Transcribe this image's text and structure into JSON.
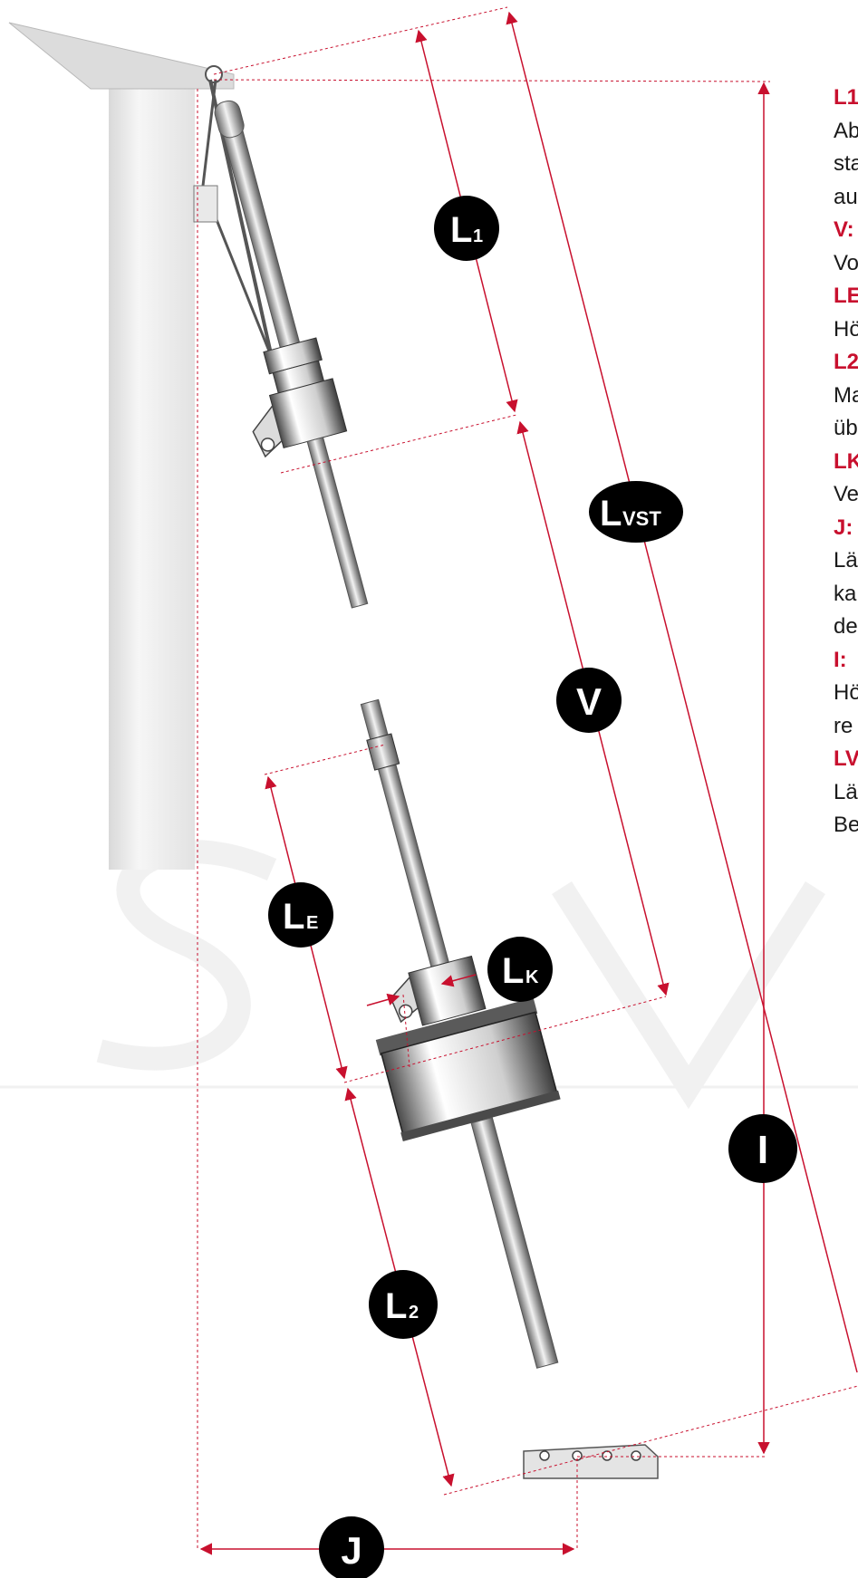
{
  "labels": {
    "l1": {
      "main": "L",
      "sub": "1"
    },
    "lvst": {
      "main": "L",
      "sub": "VST"
    },
    "v": {
      "main": "V"
    },
    "le": {
      "main": "L",
      "sub": "E"
    },
    "lk": {
      "main": "L",
      "sub": "K"
    },
    "i": {
      "main": "I"
    },
    "l2": {
      "main": "L",
      "sub": "2"
    },
    "j": {
      "main": "J"
    }
  },
  "legend": [
    {
      "key": "L1",
      "lines": [
        "Ab",
        "sta",
        "au"
      ]
    },
    {
      "key": "V:",
      "lines": [
        "Vo"
      ]
    },
    {
      "key": "LE",
      "lines": [
        "Hö"
      ]
    },
    {
      "key": "L2",
      "lines": [
        "Ma",
        "üb"
      ]
    },
    {
      "key": "LK",
      "lines": [
        "Ve"
      ]
    },
    {
      "key": "J:",
      "lines": [
        "Lä",
        "ka",
        "de"
      ]
    },
    {
      "key": "I:",
      "lines": [
        "Hö",
        "re"
      ]
    },
    {
      "key": "LV",
      "lines": [
        "Lä",
        "Be"
      ]
    }
  ],
  "colors": {
    "accent": "#c8102e",
    "badge": "#000000",
    "metal": "#9a9a9a",
    "mast": "#e6e6e6"
  }
}
